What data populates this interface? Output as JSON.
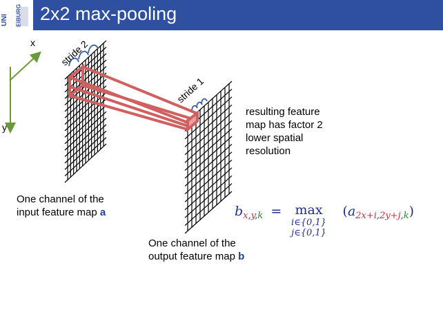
{
  "slide": {
    "title": "2x2 max-pooling",
    "logo_line1": "UNI",
    "logo_line2": "FREIBURG"
  },
  "axes": {
    "x_label": "x",
    "y_label": "y"
  },
  "input_map": {
    "stride_label": "stride 2",
    "caption_line1": "One channel of the",
    "caption_line2_prefix": "input feature map ",
    "caption_symbol": "a"
  },
  "output_map": {
    "stride_label": "stride 1",
    "caption_line1": "One channel of the",
    "caption_line2_prefix": "output feature map ",
    "caption_symbol": "b"
  },
  "note": {
    "line1": "resulting feature",
    "line2": "map has factor 2",
    "line3": "lower spatial",
    "line4": "resolution"
  },
  "formula": {
    "lhs": "b",
    "lhs_sub_x": "x",
    "lhs_sub_y": "y",
    "lhs_sub_k": "k",
    "equals": "=",
    "max": "max",
    "range_i": "i∈{0,1}",
    "range_j": "j∈{0,1}",
    "rhs_open": "(",
    "rhs_a": "a",
    "rhs_sub_x": "2x+i",
    "rhs_sub_y": "2y+j",
    "rhs_sub_k": "k",
    "rhs_close": ")"
  },
  "colors": {
    "header": "#2f4fa0",
    "pool_box": "#d06060",
    "axis": "#6a9a3a",
    "stride_arc": "#3a5fa0"
  }
}
